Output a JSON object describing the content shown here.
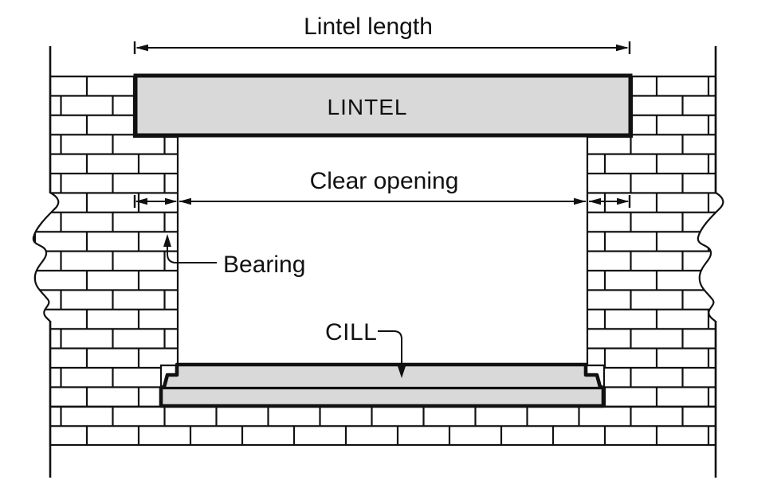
{
  "diagram": {
    "labels": {
      "lintel_length": "Lintel length",
      "lintel": "LINTEL",
      "clear_opening": "Clear opening",
      "bearing": "Bearing",
      "cill": "CILL"
    },
    "colors": {
      "line": "#111111",
      "component_fill": "#d9d9d9",
      "brick_fill": "#ffffff",
      "background": "#ffffff"
    }
  }
}
